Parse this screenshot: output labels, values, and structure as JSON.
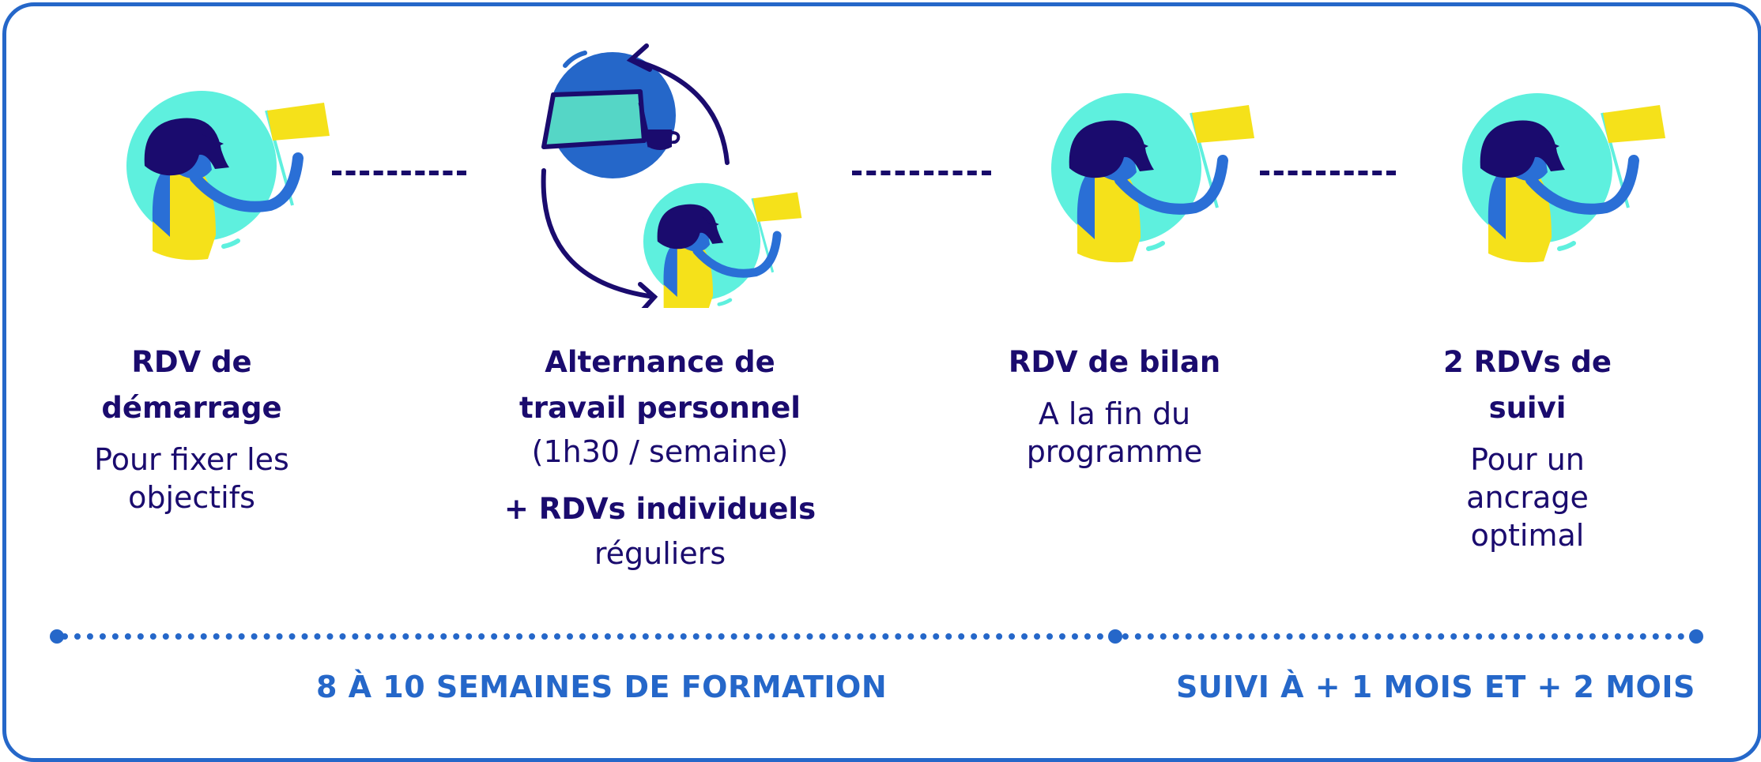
{
  "steps": [
    {
      "title_lines": [
        "RDV de",
        "démarrage"
      ],
      "desc_lines": [
        "Pour fixer les",
        "objectifs"
      ]
    },
    {
      "title_lines": [
        "Alternance de",
        "travail personnel"
      ],
      "desc_lines": [
        "(1h30 / semaine)"
      ],
      "extra_title": "+ RDVs individuels",
      "extra_desc": "réguliers"
    },
    {
      "title_lines": [
        "RDV de bilan"
      ],
      "desc_lines": [
        "A la fin du",
        "programme"
      ]
    },
    {
      "title_lines": [
        "2 RDVs de",
        "suivi"
      ],
      "desc_lines": [
        "Pour un",
        "ancrage",
        "optimal"
      ]
    }
  ],
  "phases": [
    {
      "label": "8 À 10 SEMAINES DE FORMATION"
    },
    {
      "label": "SUIVI À + 1 MOIS ET + 2 MOIS"
    }
  ],
  "icons": [
    "person-flag-icon",
    "laptop-cup-icon",
    "cycle-arrows-icon"
  ],
  "colors": {
    "border": "#2567c9",
    "navy": "#1a0b6e",
    "timeline": "#2567c9",
    "circle": "#5ef0de",
    "flag": "#f5e11a",
    "skin": "#2a6fd6"
  }
}
